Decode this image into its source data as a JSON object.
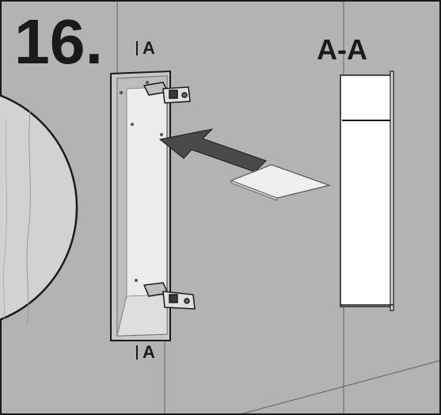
{
  "step": {
    "number": "16."
  },
  "section_marks": {
    "top": "A",
    "bottom": "A"
  },
  "section_view": {
    "title": "A-A"
  },
  "colors": {
    "background": "#b3b3b3",
    "panel": "#d2d2d2",
    "niche_interior": "#ececec",
    "section_panel": "#ffffff",
    "arrow": "#4a4a4a",
    "line": "#1a1a1a",
    "wall_stroke": "#6e6e6e",
    "shelf": "#efefef"
  },
  "icons": {
    "hinge": "hinge-bracket-icon",
    "arrow": "insert-arrow-icon"
  }
}
